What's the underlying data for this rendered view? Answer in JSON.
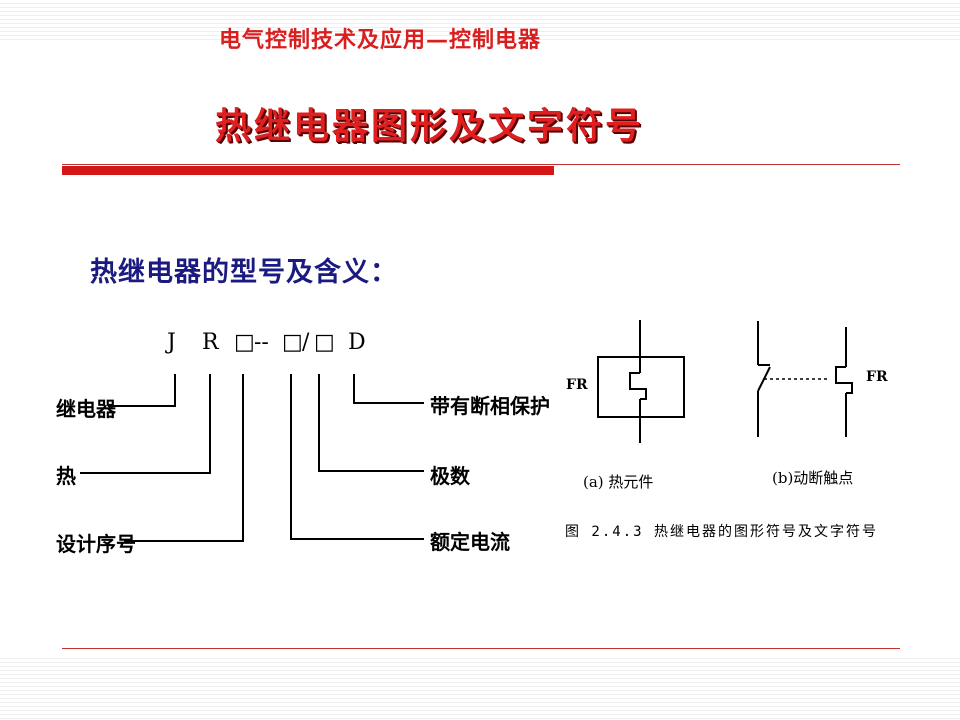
{
  "header": {
    "course_title": "电气控制技术及应用—控制电器",
    "main_title": "热继电器图形及文字符号"
  },
  "section": {
    "subtitle": "热继电器的型号及含义："
  },
  "model_code": {
    "j": "J",
    "r": "R",
    "box1": "□",
    "dash": "--",
    "box2": "□",
    "slash": "/",
    "box3": "□",
    "d": "D"
  },
  "labels": {
    "relay": "继电器",
    "heat": "热",
    "design_no": "设计序号",
    "phase_protect": "带有断相保护",
    "poles": "极数",
    "rated_current": "额定电流"
  },
  "figure": {
    "fr_a": "FR",
    "fr_b": "FR",
    "caption_a": "(a) 热元件",
    "caption_b": "(b)动断触点",
    "caption_main": "图 2.4.3  热继电器的图形符号及文字符号"
  },
  "colors": {
    "title_red": "#d81e1e",
    "subtitle_blue": "#1a1a80",
    "rule_red": "#d31616"
  }
}
